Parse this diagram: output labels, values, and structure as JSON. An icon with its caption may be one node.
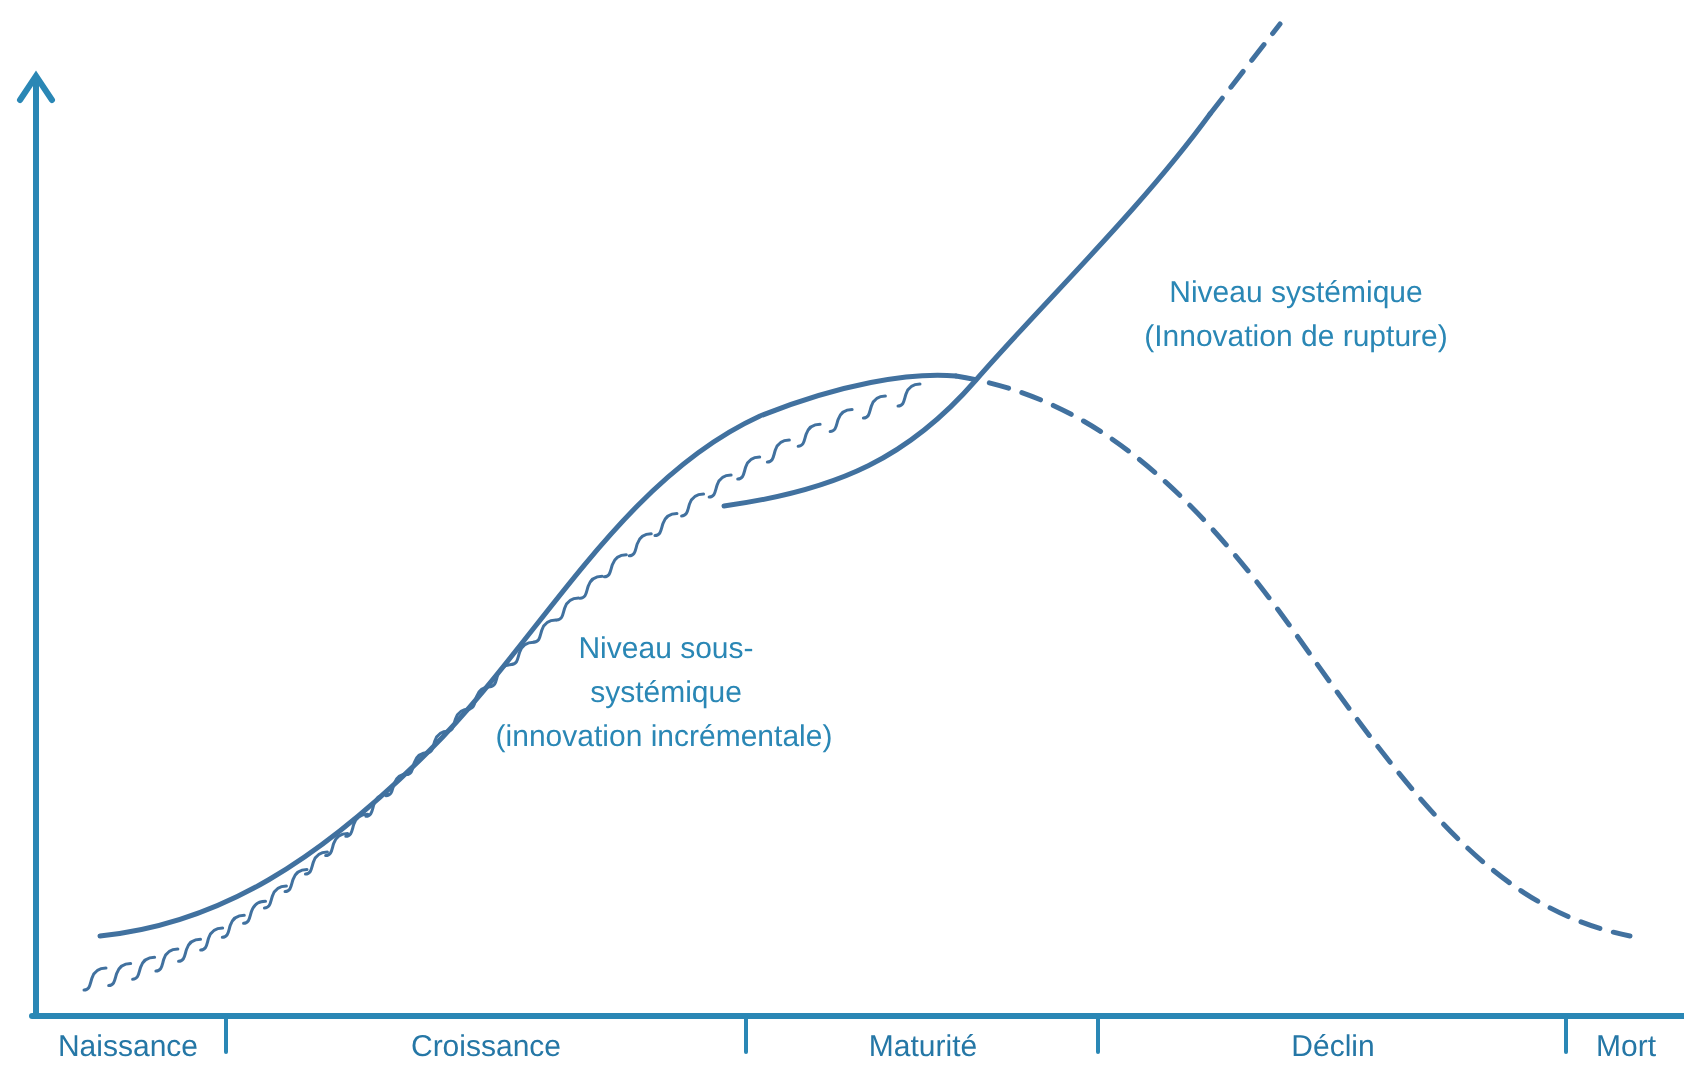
{
  "diagram": {
    "labels": [
      "Niveau systémique",
      "(Innovation de rupture)",
      "Niveau sous-systémique",
      "(innovation incrémentale)",
      "Naissance",
      "Croissance",
      "Maturité",
      "Déclin",
      "Mort"
    ]
  }
}
